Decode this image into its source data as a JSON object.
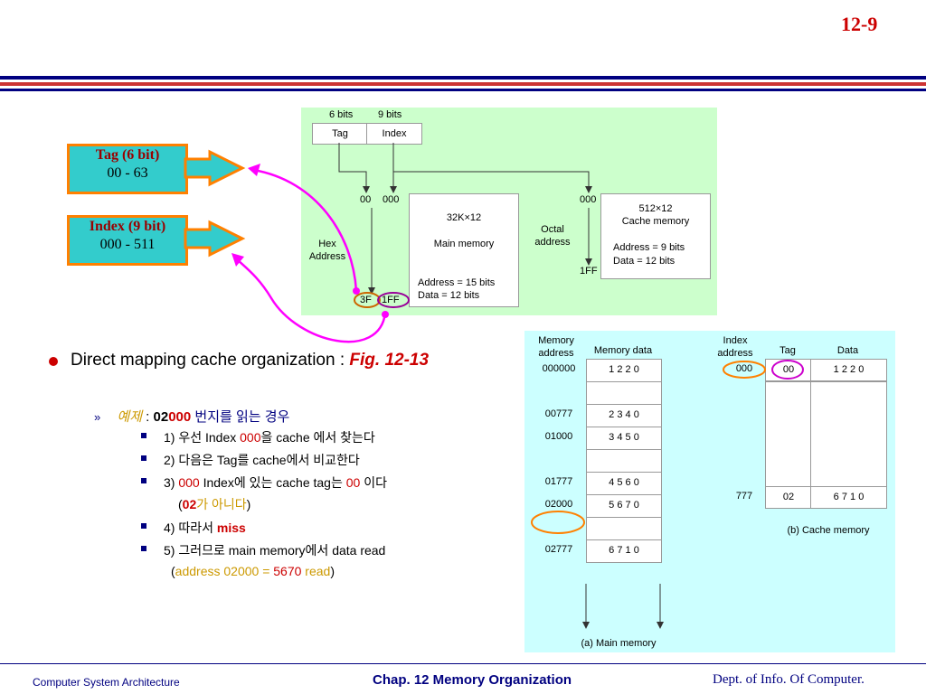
{
  "slide_number": "12-9",
  "callouts": {
    "tag": {
      "title": "Tag (6 bit)",
      "range": "00 - 63"
    },
    "index": {
      "title": "Index (9 bit)",
      "range": "000 - 511"
    }
  },
  "top_diagram": {
    "tag_bits": "6 bits",
    "index_bits": "9 bits",
    "tag_label": "Tag",
    "index_label": "Index",
    "hex_start_tag": "00",
    "hex_start_index": "000",
    "hex_label": "Hex\nAddress",
    "hex_end_tag": "3F",
    "hex_end_index": "1FF",
    "main_mem": {
      "size": "32K×12",
      "name": "Main memory",
      "addr": "Address = 15 bits",
      "data": "Data = 12 bits"
    },
    "octal_label": "Octal\naddress",
    "octal_start": "000",
    "octal_end": "1FF",
    "cache_mem": {
      "size": "512×12",
      "name": "Cache memory",
      "addr": "Address = 9 bits",
      "data": "Data = 12 bits"
    }
  },
  "bullets": {
    "main": "Direct mapping cache organization : ",
    "main_ref": "Fig. 12-13",
    "example_marker": "»",
    "example_label": "예제",
    "example_colon": " : ",
    "example_addr_a": "02",
    "example_addr_b": "000",
    "example_rest": " 번지를 읽는 경우",
    "s1_a": "1) 우선 Index ",
    "s1_b": "000",
    "s1_c": "을 cache 에서 찾는다",
    "s2": "2) 다음은 Tag를 cache에서 비교한다",
    "s3_a": "3) ",
    "s3_b": "000",
    "s3_c": " Index에 있는 cache tag는 ",
    "s3_d": "00",
    "s3_e": " 이다",
    "s3n_open": "(",
    "s3n_a": "02",
    "s3n_b": "가 아니다",
    "s3n_close": ")",
    "s4_a": "4) 따라서 ",
    "s4_b": "miss",
    "s5": "5) 그러므로 main memory에서 data read",
    "s5n_open": "(",
    "s5n_a": "address 02000 = ",
    "s5n_b": "5670",
    "s5n_c": " read",
    "s5n_close": ")"
  },
  "main_memory_table": {
    "col1": "Memory\naddress",
    "col2": "Memory data",
    "rows": [
      {
        "addr": "000000",
        "data": "1 2 2 0"
      },
      {
        "addr": "",
        "data": ""
      },
      {
        "addr": "00777",
        "data": "2 3 4 0"
      },
      {
        "addr": "01000",
        "data": "3 4 5 0"
      },
      {
        "addr": "",
        "data": ""
      },
      {
        "addr": "01777",
        "data": "4 5 6 0"
      },
      {
        "addr": "02000",
        "data": "5 6 7 0"
      },
      {
        "addr": "",
        "data": ""
      },
      {
        "addr": "02777",
        "data": "6 7 1 0"
      }
    ],
    "caption": "(a) Main memory"
  },
  "cache_table": {
    "col1": "Index\naddress",
    "col2": "Tag",
    "col3": "Data",
    "rows": [
      {
        "index": "000",
        "tag": "00",
        "data": "1 2 2 0"
      },
      {
        "index": "777",
        "tag": "02",
        "data": "6 7 1 0"
      }
    ],
    "caption": "(b) Cache memory"
  },
  "footer": {
    "left": "Computer System Architecture",
    "center": "Chap. 12  Memory Organization",
    "right": "Dept. of  Info. Of  Computer."
  },
  "colors": {
    "accent_red": "#cc0000",
    "navy": "#000080",
    "gold": "#cc9900",
    "orange": "#ff8000",
    "magenta": "#ff00ff"
  }
}
